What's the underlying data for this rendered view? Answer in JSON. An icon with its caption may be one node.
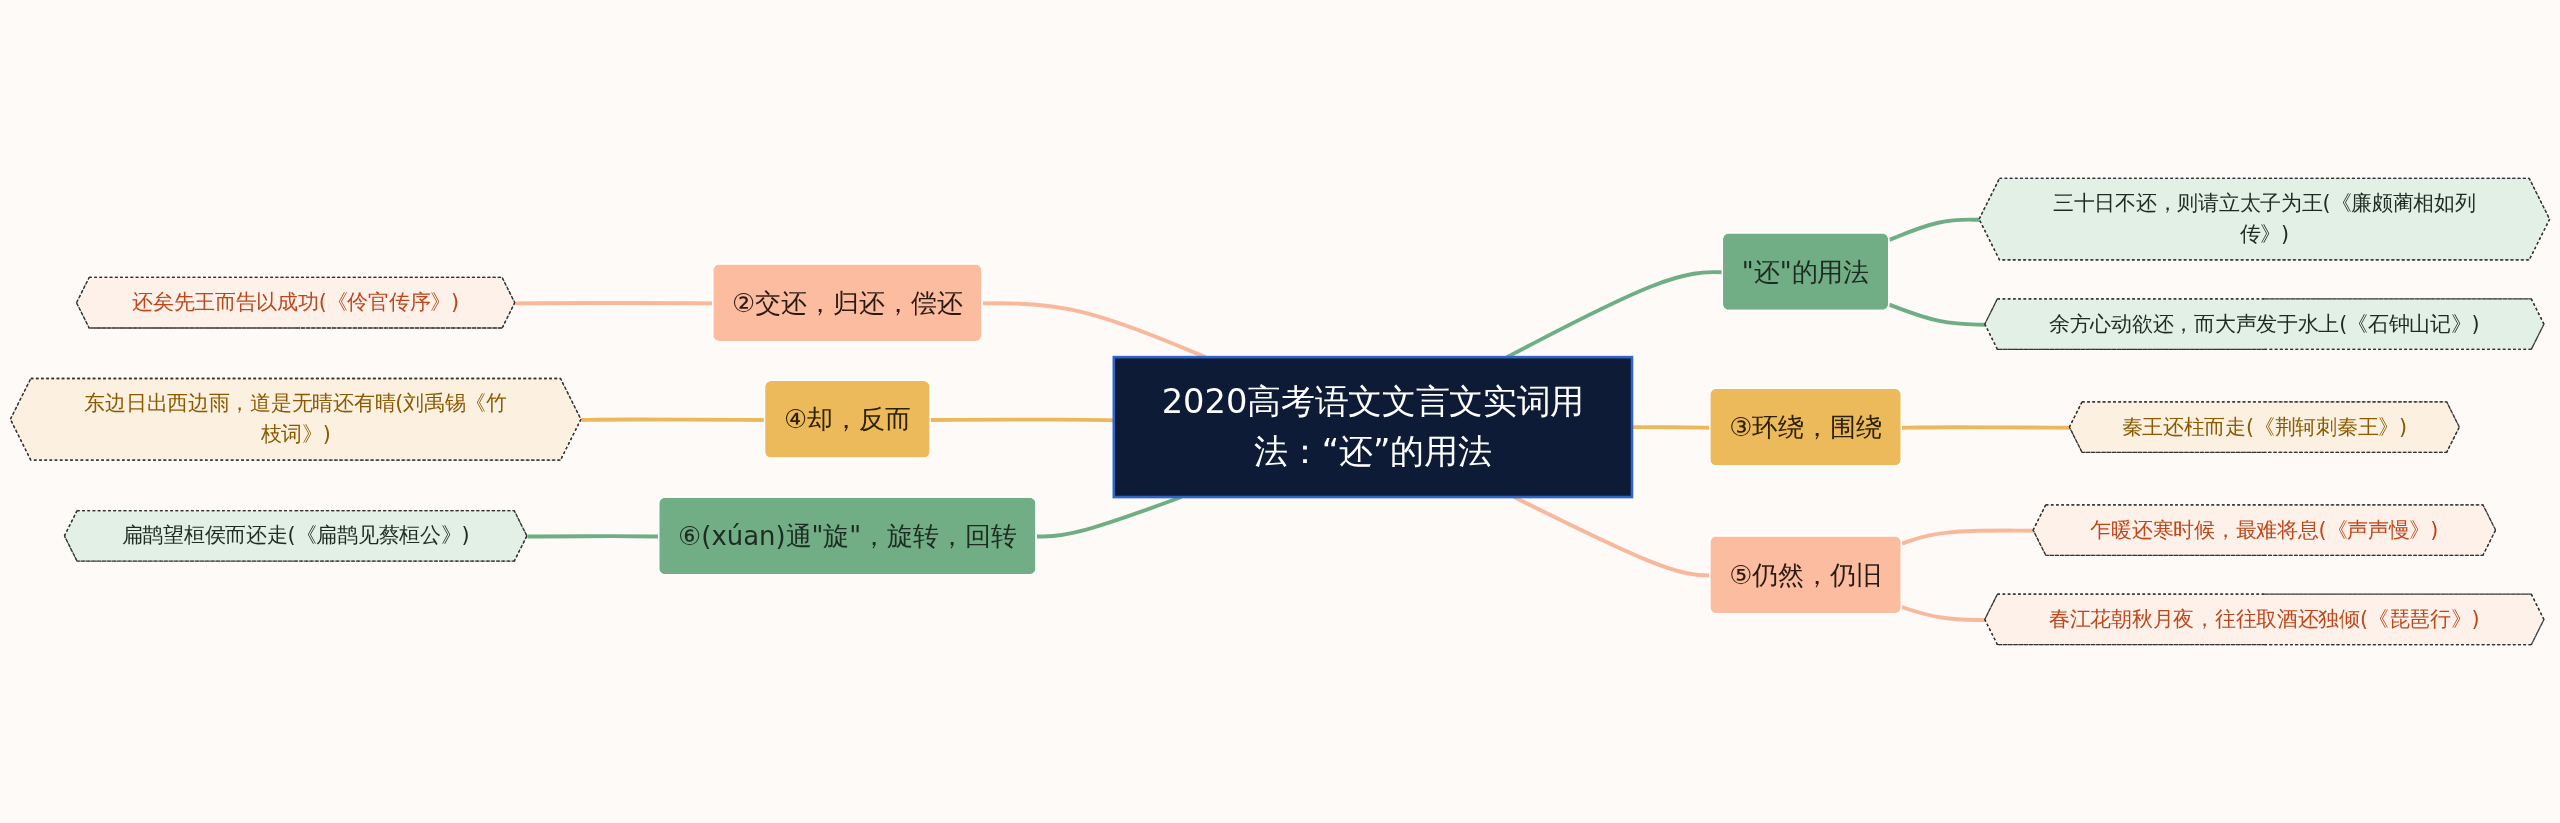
{
  "diagram": {
    "nodes": [
      {
        "text": [
          "2020高考语文文言文实词用法：“还”的用法"
        ]
      },
      {
        "text": [
          "\"还\"的用法"
        ]
      },
      {
        "text": [
          "三十日不还，则请立太子为王(《廉颇蔺相如列传》)"
        ]
      },
      {
        "text": [
          "余方心动欲还，而大声发于水上(《石钟山记》)"
        ]
      },
      {
        "text": [
          "③环绕，围绕"
        ]
      },
      {
        "text": [
          "秦王还柱而走(《荆轲刺秦王》)"
        ]
      },
      {
        "text": [
          "⑤仍然，仍旧"
        ]
      },
      {
        "text": [
          "乍暖还寒时候，最难将息(《声声慢》)"
        ]
      },
      {
        "text": [
          "春江花朝秋月夜，往往取酒还独倾(《琵琶行》)"
        ]
      },
      {
        "text": [
          "②交还，归还，偿还"
        ]
      },
      {
        "text": [
          "还矣先王而告以成功(《伶官传序》)"
        ]
      },
      {
        "text": [
          "④却，反而"
        ]
      },
      {
        "text": [
          "东边日出西边雨，道是无晴还有晴(刘禹锡《竹枝词》)"
        ]
      },
      {
        "text": [
          "⑥(xúan)通\"旋\"，旋转，回转"
        ]
      },
      {
        "text": [
          "扁鹊望桓侯而还走(《扁鹊见蔡桓公》)"
        ]
      }
    ],
    "edges": [
      {
        "from": 0,
        "to": 1,
        "arrow": "none",
        "color": "#6fae84"
      },
      {
        "from": 1,
        "to": 2,
        "arrow": "none",
        "color": "#6fae84"
      },
      {
        "from": 1,
        "to": 3,
        "arrow": "none",
        "color": "#6fae84"
      },
      {
        "from": 0,
        "to": 4,
        "arrow": "none",
        "color": "#ecb95a"
      },
      {
        "from": 4,
        "to": 5,
        "arrow": "none",
        "color": "#ecb95a"
      },
      {
        "from": 0,
        "to": 6,
        "arrow": "none",
        "color": "#f8b89c"
      },
      {
        "from": 6,
        "to": 7,
        "arrow": "none",
        "color": "#f8b89c"
      },
      {
        "from": 6,
        "to": 8,
        "arrow": "none",
        "color": "#f8b89c"
      },
      {
        "from": 9,
        "to": 0,
        "arrow": "none",
        "color": "#f8b89c"
      },
      {
        "from": 10,
        "to": 9,
        "arrow": "none",
        "color": "#f8b89c"
      },
      {
        "from": 11,
        "to": 0,
        "arrow": "none",
        "color": "#ecb95a"
      },
      {
        "from": 12,
        "to": 11,
        "arrow": "none",
        "color": "#ecb95a"
      },
      {
        "from": 13,
        "to": 0,
        "arrow": "none",
        "color": "#6fae84"
      },
      {
        "from": 14,
        "to": 13,
        "arrow": "none",
        "color": "#6fae84"
      }
    ]
  }
}
